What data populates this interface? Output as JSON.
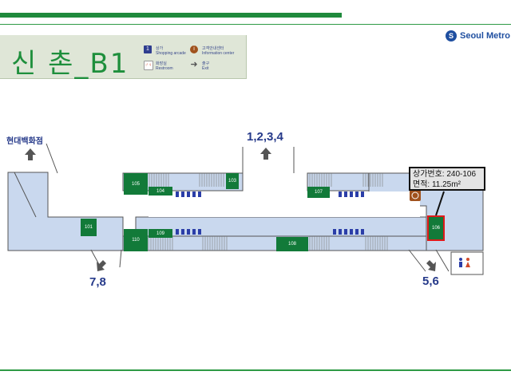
{
  "header": {
    "station": "신  촌_B1"
  },
  "legend": {
    "shopping_num": "1",
    "shopping_ko": "상가",
    "shopping_en": "Shopping arcade",
    "info_ko": "고객안내센터",
    "info_en": "Information center",
    "restroom_ko": "화장실",
    "restroom_en": "Restroom",
    "exit_ko": "출구",
    "exit_en": "Exit"
  },
  "logo": {
    "icon_name": "seoul-metro-logo",
    "text": "Seoul Metro"
  },
  "exits": {
    "north": "1,2,3,4",
    "southwest": "7,8",
    "southeast": "5,6",
    "store": "현대백화점"
  },
  "shops": {
    "s101": "101",
    "s103": "103",
    "s104": "104",
    "s105": "105",
    "s106": "106",
    "s107": "107",
    "s108": "108",
    "s109": "109",
    "s110": "110"
  },
  "tag": {
    "line1": "상가번호: 240-106",
    "line2": "면적: 11.25m²"
  },
  "colors": {
    "brand_green": "#1f8a3c",
    "concourse": "#c9d8ee",
    "shop": "#127a39",
    "highlight": "#e01919",
    "exit_text": "#263a8a"
  }
}
